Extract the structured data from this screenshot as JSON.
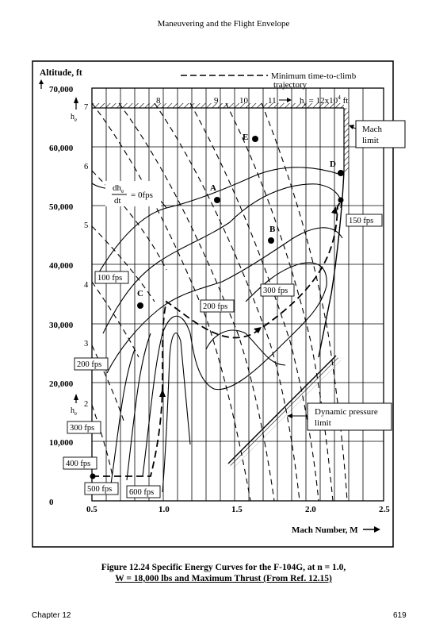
{
  "header": {
    "title": "Maneuvering and the Flight Envelope"
  },
  "chart": {
    "y_axis_title": "Altitude, ft",
    "y_ticks": [
      "70,000",
      "60,000",
      "50,000",
      "40,000",
      "30,000",
      "20,000",
      "10,000",
      "0"
    ],
    "x_ticks": [
      "0.5",
      "1.0",
      "1.5",
      "2.0",
      "2.5"
    ],
    "x_axis_title": "Mach Number, M",
    "he_label": "h",
    "he_sub": "e",
    "he_scale": [
      "7",
      "6",
      "5",
      "4",
      "3",
      "2"
    ],
    "top_he_values": [
      "8",
      "9",
      "10",
      "11"
    ],
    "top_he_eq": "h",
    "top_he_sub": "e",
    "top_he_rest": " = ",
    "top_he_val": "12x10",
    "top_he_exp": "4",
    "top_he_unit": " ft",
    "legend_line_label_1": "Minimum time-to-climb",
    "legend_line_label_2": "trajectory",
    "mach_limit": [
      "Mach",
      "limit"
    ],
    "dynamic_pressure_limit": [
      "Dynamic pressure",
      "limit"
    ],
    "dhe_num": "dh",
    "dhe_num_sub": "e",
    "dhe_den": "dt",
    "dhe_eq": "=  0fps",
    "energy_labels": [
      "100 fps",
      "200 fps",
      "300 fps",
      "150 fps",
      "200 fps",
      "300 fps",
      "400 fps",
      "500 fps",
      "600 fps"
    ],
    "points": [
      "A",
      "B",
      "C",
      "D",
      "E"
    ]
  },
  "caption": {
    "line1": "Figure 12.24  Specific Energy Curves for the F-104G, at n = 1.0,",
    "line2": "W = 18,000 lbs and Maximum Thrust (From Ref. 12.15)"
  },
  "footer": {
    "chapter": "Chapter 12",
    "page": "619"
  }
}
